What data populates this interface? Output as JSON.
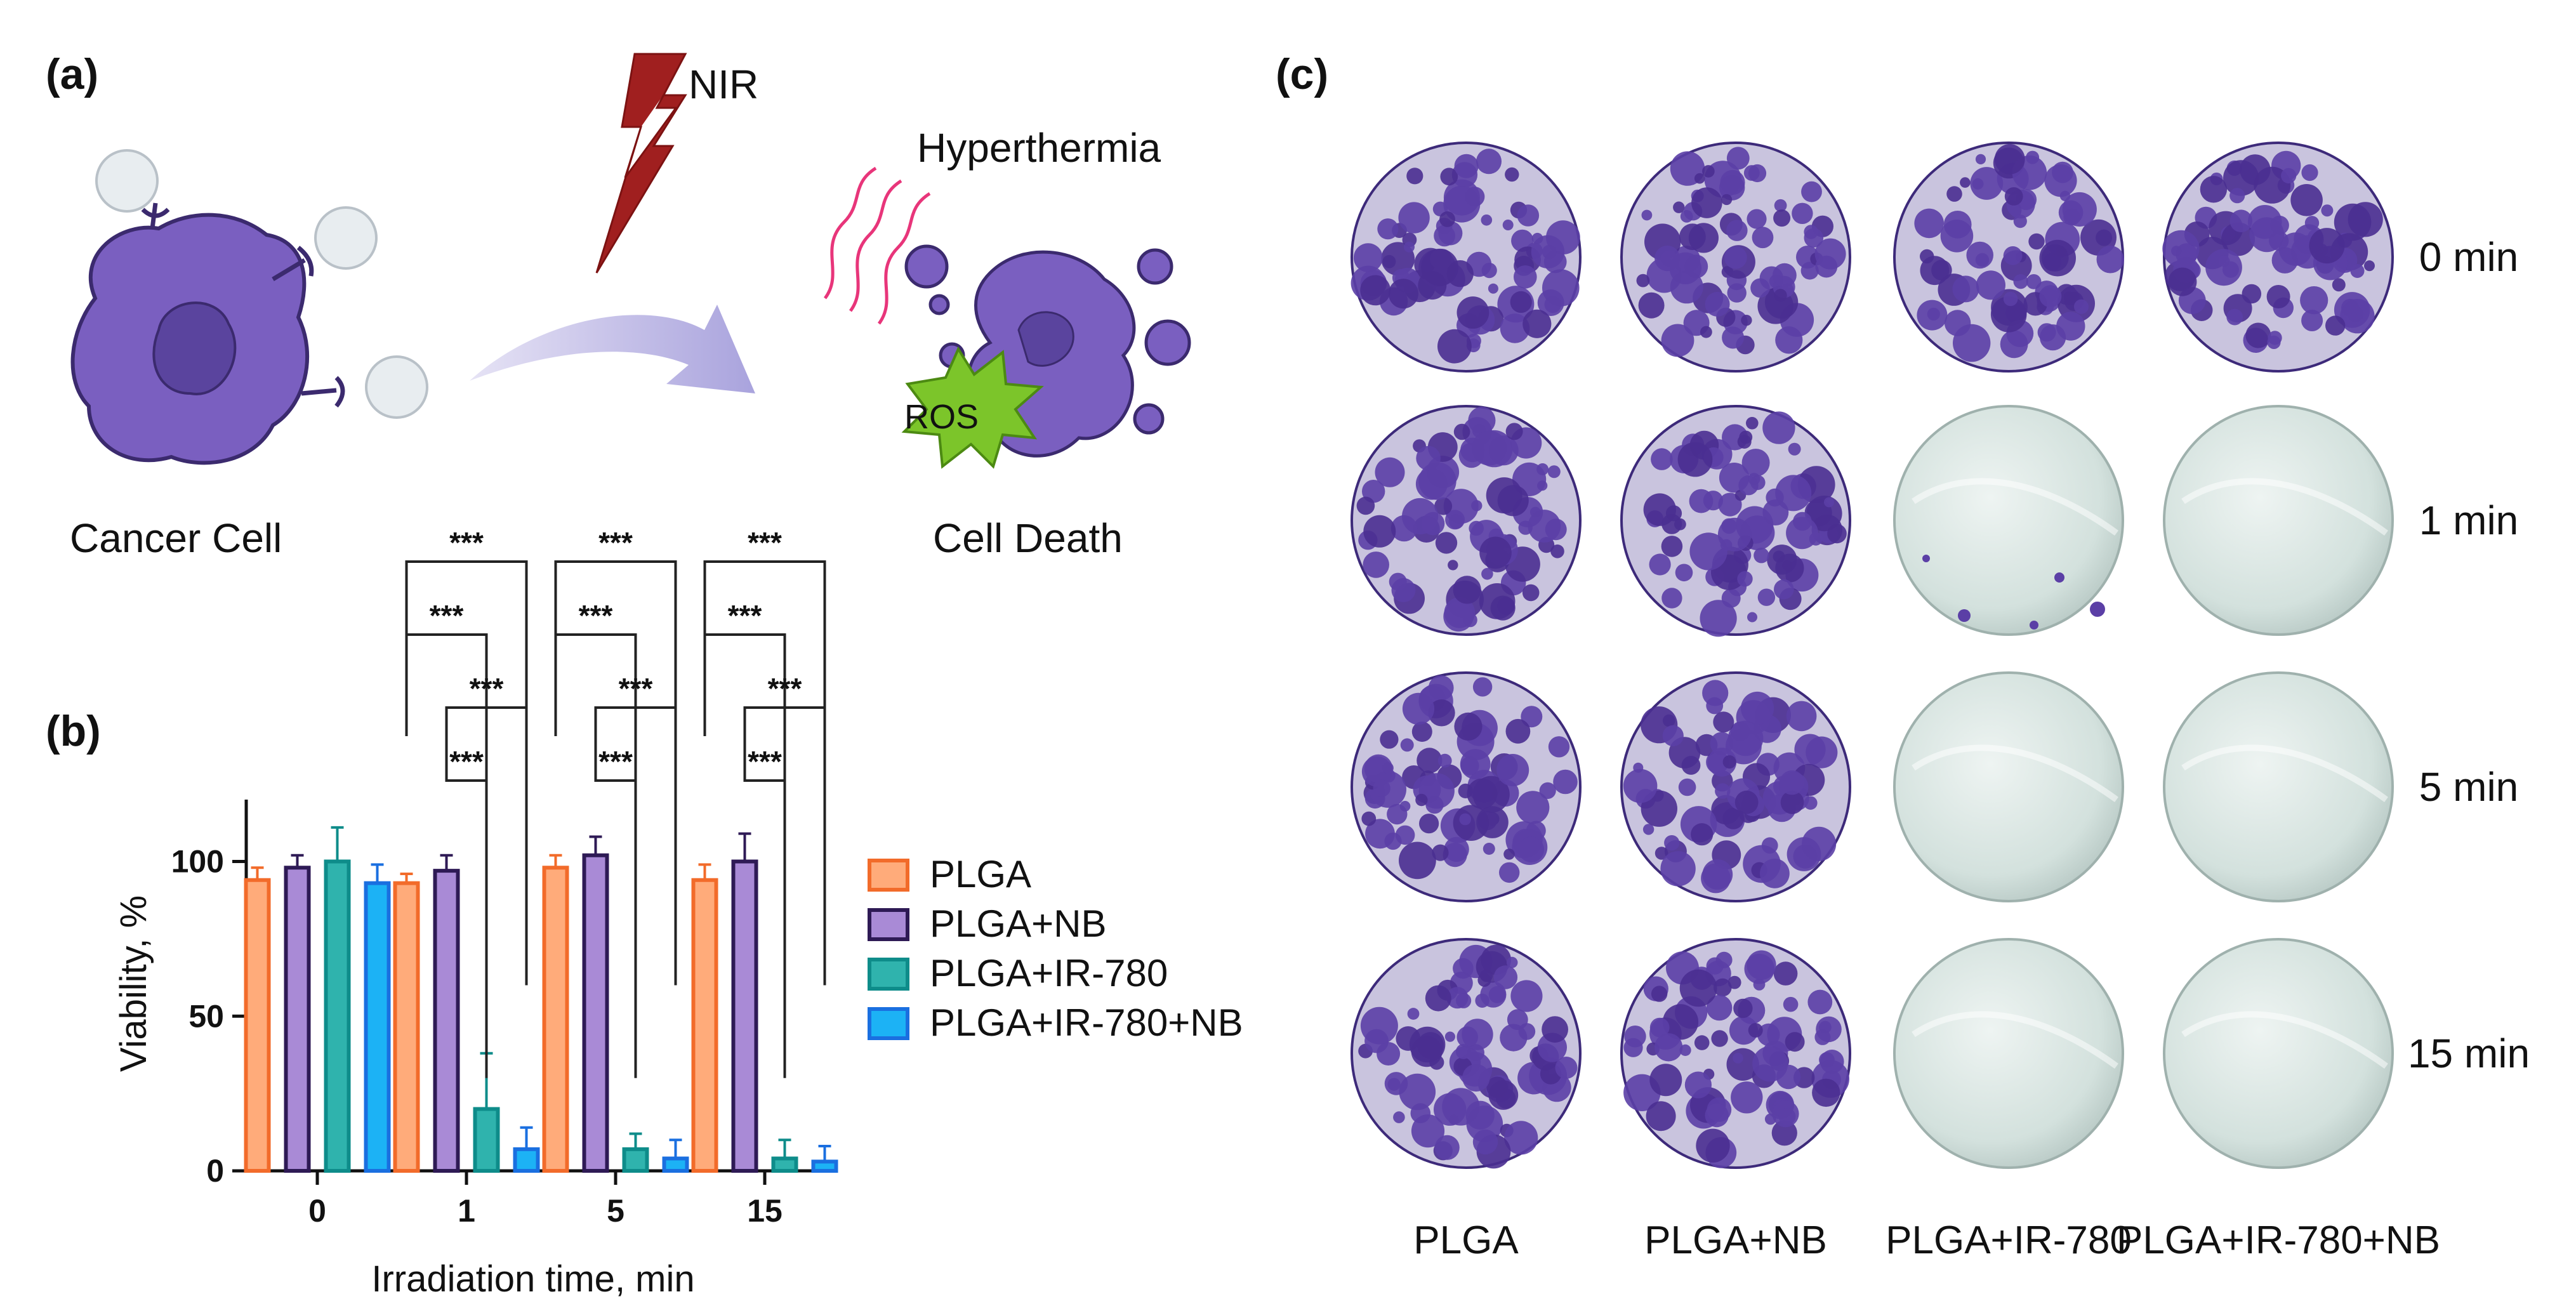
{
  "panels": {
    "a": "(a)",
    "b": "(b)",
    "c": "(c)"
  },
  "schematic": {
    "nir": "NIR",
    "hyperthermia": "Hyperthermia",
    "cancer_cell": "Cancer Cell",
    "cell_death": "Cell Death",
    "ros": "ROS"
  },
  "chart_data": {
    "type": "bar",
    "categories": [
      "0",
      "1",
      "5",
      "15"
    ],
    "xlabel": "Irradiation time, min",
    "ylabel": "Viability, %",
    "ylim": [
      0,
      120
    ],
    "yticks": [
      0,
      50,
      100
    ],
    "grid": false,
    "legend_placement": "right",
    "series": [
      {
        "name": "PLGA",
        "color": "#f26b2a",
        "fill": "#ffab7a",
        "values": [
          94,
          93,
          98,
          94
        ],
        "errors": [
          4,
          3,
          4,
          5
        ]
      },
      {
        "name": "PLGA+NB",
        "color": "#2e1a55",
        "fill": "#a98ad6",
        "values": [
          98,
          97,
          102,
          100
        ],
        "errors": [
          4,
          5,
          6,
          9
        ]
      },
      {
        "name": "PLGA+IR-780",
        "color": "#0e8c8a",
        "fill": "#2fb3ad",
        "values": [
          100,
          20,
          7,
          4
        ],
        "errors": [
          11,
          18,
          5,
          6
        ]
      },
      {
        "name": "PLGA+IR-780+NB",
        "color": "#1a6fe0",
        "fill": "#1cb2f5",
        "values": [
          93,
          7,
          4,
          3
        ],
        "errors": [
          6,
          7,
          6,
          5
        ]
      }
    ],
    "significance": [
      {
        "category": "1",
        "label": "***"
      },
      {
        "category": "5",
        "label": "***"
      },
      {
        "category": "15",
        "label": "***"
      }
    ]
  },
  "plates": {
    "columns": [
      "PLGA",
      "PLGA+NB",
      "PLGA+IR-780",
      "PLGA+IR-780+NB"
    ],
    "rows": [
      "0 min",
      "1 min",
      "5 min",
      "15 min"
    ],
    "stained": [
      [
        true,
        true,
        true,
        true
      ],
      [
        true,
        true,
        false,
        false
      ],
      [
        true,
        true,
        false,
        false
      ],
      [
        true,
        true,
        false,
        false
      ]
    ],
    "stain_color": "#5b3fa6",
    "clear_color": "#d9e6e3"
  }
}
